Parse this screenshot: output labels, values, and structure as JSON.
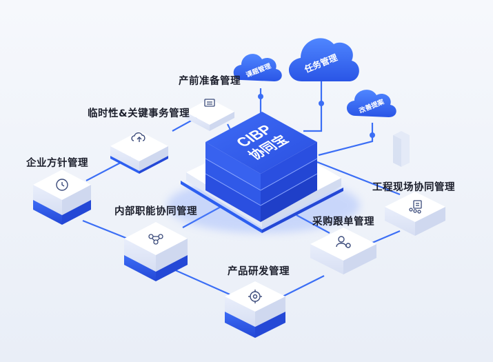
{
  "core": {
    "line1": "CIBP",
    "line2": "协同宝"
  },
  "clouds": {
    "left": "课题管理",
    "center": "任务管理",
    "right": "改善提案"
  },
  "modules": {
    "pre_production": "产前准备管理",
    "temporary_key": "临时性&关键事务管理",
    "enterprise_policy": "企业方针管理",
    "internal_function": "内部职能协同管理",
    "product_rd": "产品研发管理",
    "procurement": "采购跟单管理",
    "site_collab": "工程现场协同管理"
  },
  "colors": {
    "primary": "#2d5ff0",
    "core_dark": "#2346d8",
    "line": "#3b6ef5"
  }
}
